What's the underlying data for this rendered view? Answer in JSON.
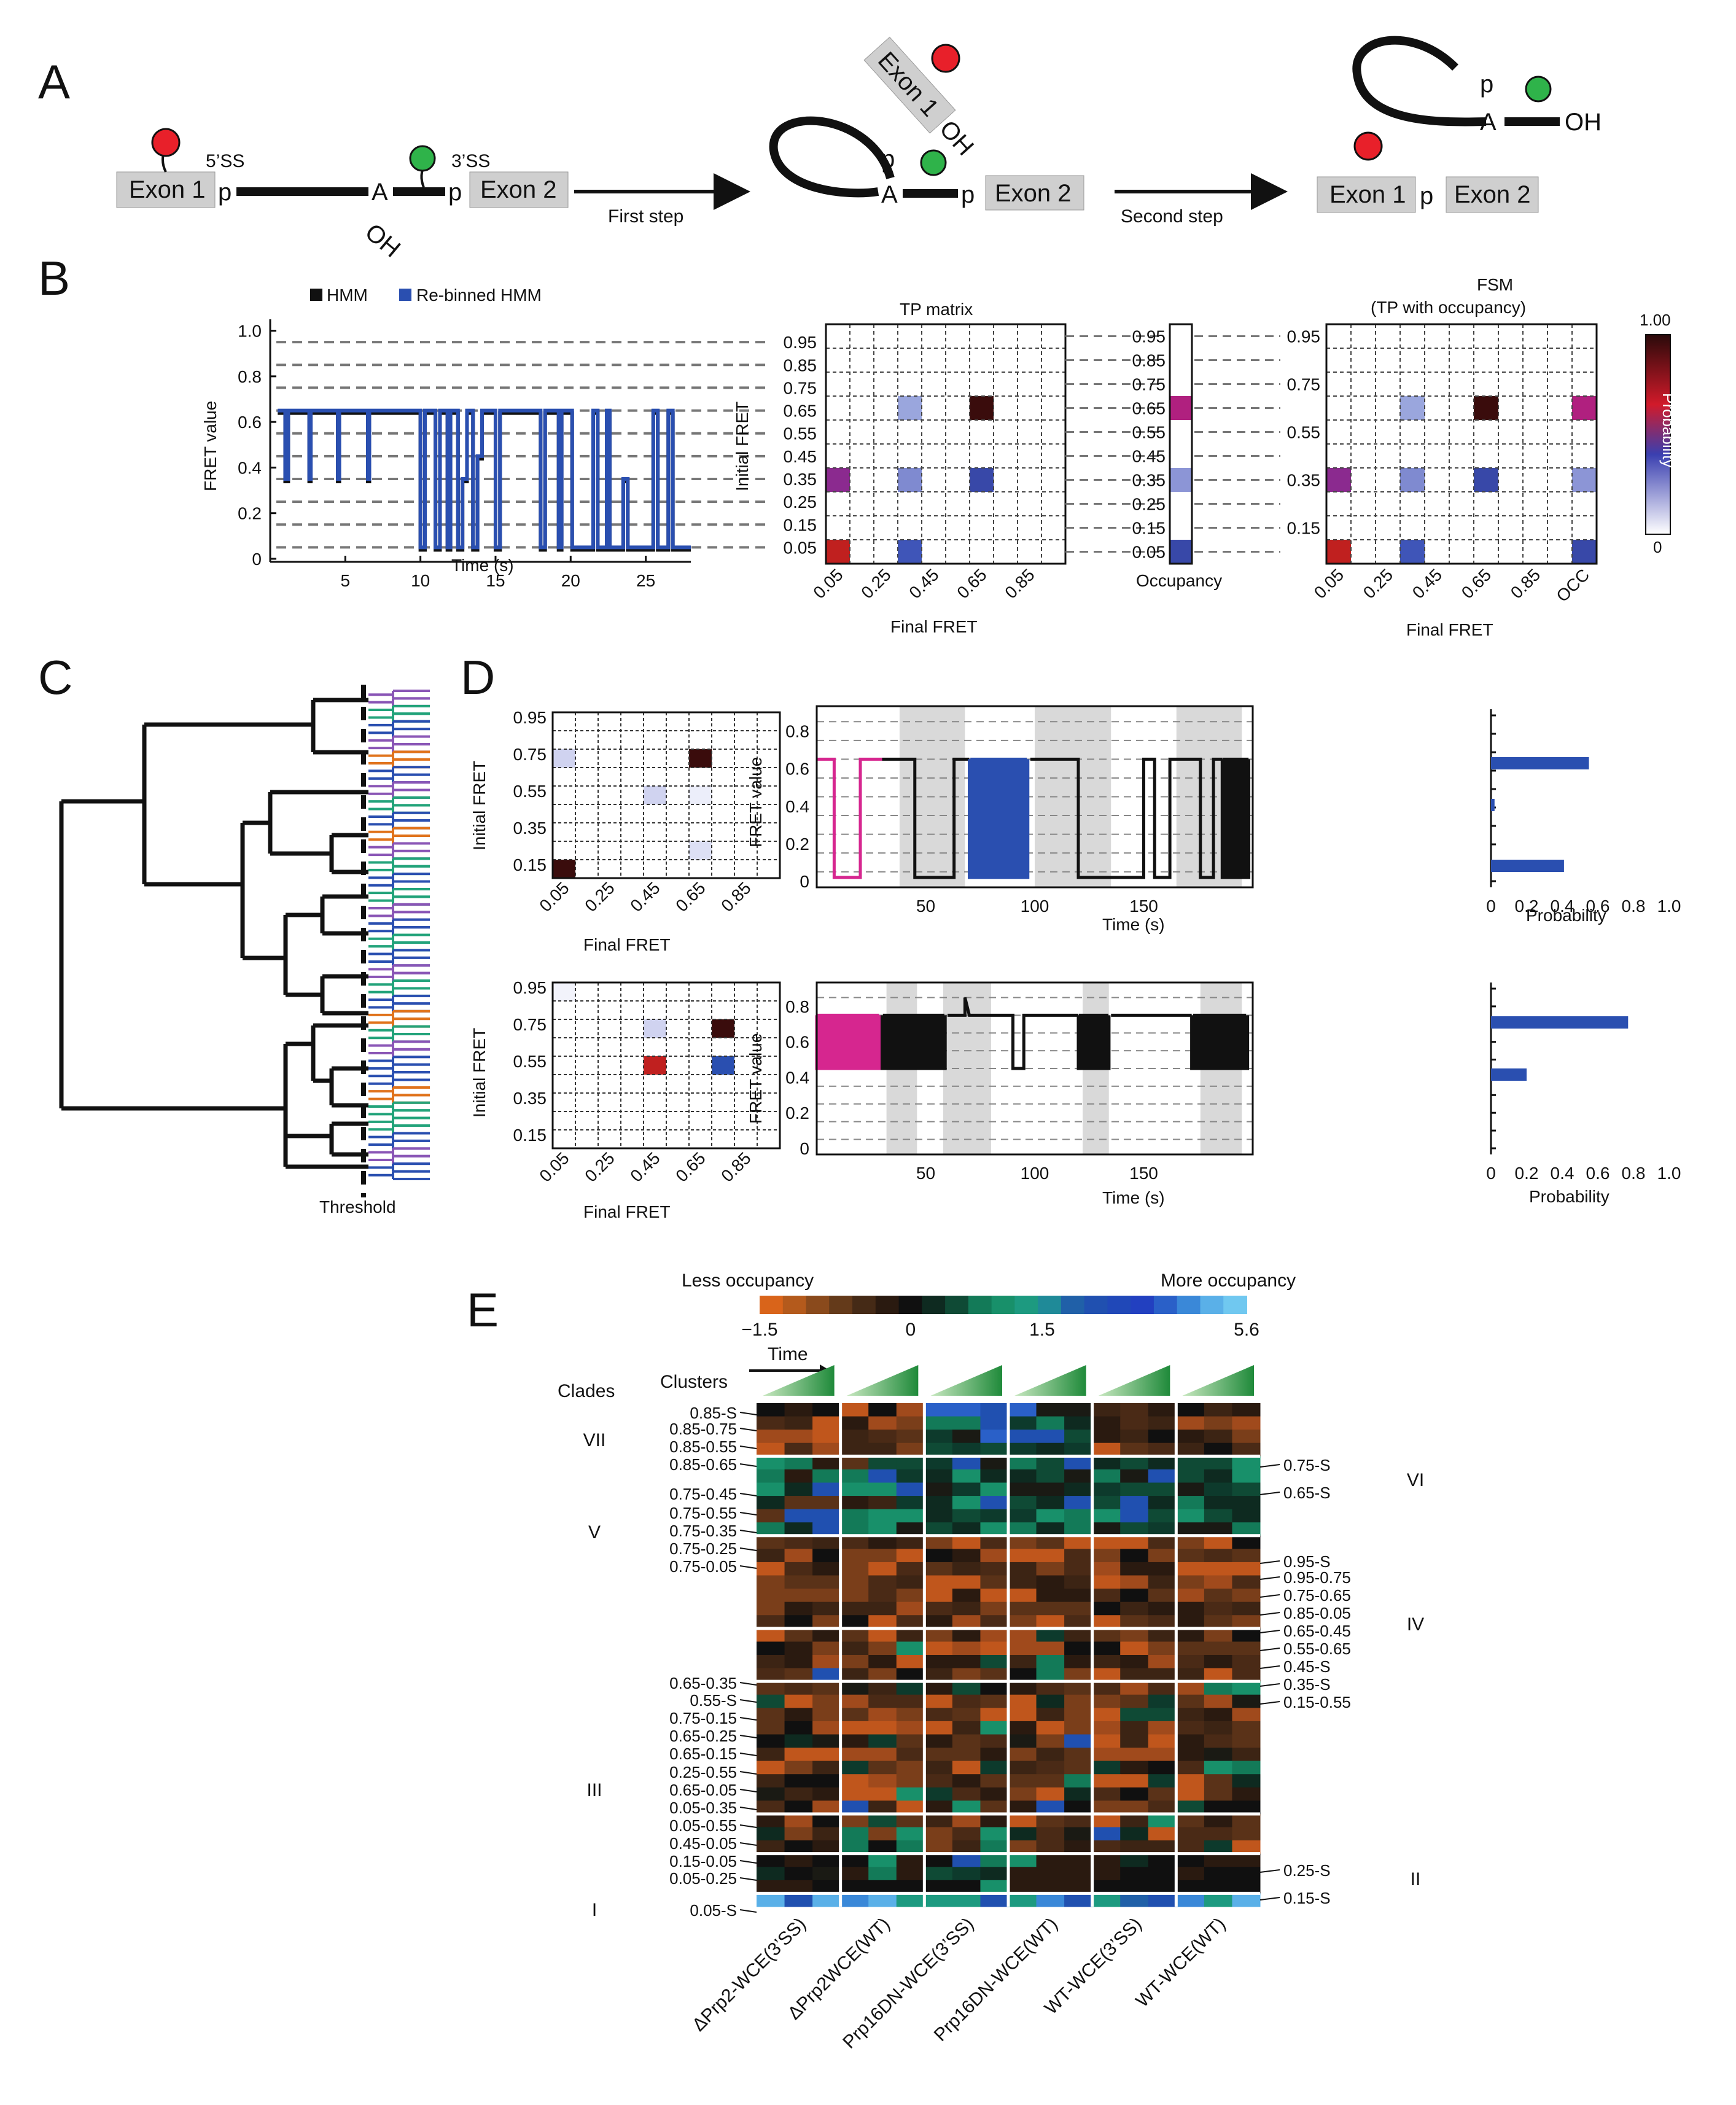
{
  "panels": {
    "A": "A",
    "B": "B",
    "C": "C",
    "D": "D",
    "E": "E"
  },
  "panelA": {
    "exon1": "Exon 1",
    "exon2": "Exon 2",
    "p": "p",
    "A": "A",
    "OH": "OH",
    "ss5": "5’SS",
    "ss3": "3’SS",
    "first_step": "First step",
    "second_step": "Second step",
    "colors": {
      "red_dye": "#e8202a",
      "green_dye": "#2fb34a",
      "exon_box": "#cfcfcf"
    }
  },
  "panelB": {
    "legend_hmm": "HMM",
    "legend_rebinned": "Re-binned HMM",
    "trace_ylabel": "FRET value",
    "trace_xlabel": "Time (s)",
    "trace_yticks": [
      "0",
      "0.2",
      "0.4",
      "0.6",
      "0.8",
      "1.0"
    ],
    "trace_xticks": [
      "5",
      "10",
      "15",
      "20",
      "25"
    ],
    "fret_levels": [
      "0.95",
      "0.85",
      "0.75",
      "0.65",
      "0.55",
      "0.45",
      "0.35",
      "0.25",
      "0.15",
      "0.05"
    ],
    "tp_title": "TP matrix",
    "tp_ylabel": "Initial FRET",
    "tp_xlabel": "Final FRET",
    "tp_xticks": [
      "0.05",
      "0.25",
      "0.45",
      "0.65",
      "0.85"
    ],
    "occupancy_label": "Occupancy",
    "fsm_title": "FSM",
    "fsm_subtitle": "(TP with occupancy)",
    "fsm_xticks": [
      "0.05",
      "0.25",
      "0.45",
      "0.65",
      "0.85",
      "OCC"
    ],
    "fsm_ylevels": [
      "0.95",
      "0.75",
      "0.55",
      "0.35",
      "0.15"
    ],
    "colorbar_max": "1.00",
    "colorbar_min": "0",
    "colorbar_label": "Probability",
    "colors": {
      "hmm": "#111111",
      "rebinned": "#2a4fb0"
    }
  },
  "panelC": {
    "threshold_label": "Threshold",
    "cluster_colors": [
      "#8a56b6",
      "#22a37a",
      "#2a4fb0",
      "#e0731c"
    ]
  },
  "panelD": {
    "matrix_ylabel": "Initial FRET",
    "matrix_xlabel": "Final FRET",
    "matrix_yticks": [
      "0.95",
      "0.75",
      "0.55",
      "0.35",
      "0.15"
    ],
    "matrix_xticks": [
      "0.05",
      "0.25",
      "0.45",
      "0.65",
      "0.85"
    ],
    "trace_ylabel": "FRET value",
    "trace_xlabel": "Time (s)",
    "trace1_yticks": [
      "0",
      "0.2",
      "0.4",
      "0.6",
      "0.8"
    ],
    "trace2_yticks": [
      "0",
      "0.2",
      "0.4",
      "0.6",
      "0.8"
    ],
    "trace_xticks": [
      "50",
      "100",
      "150"
    ],
    "hist_xlabel": "Probability",
    "hist_xticks": [
      "0",
      "0.2",
      "0.4",
      "0.6",
      "0.8",
      "1.0"
    ],
    "colors": {
      "magenta": "#d6268f",
      "blue": "#2a4fb0",
      "shade": "#d9d9d9"
    }
  },
  "panelE": {
    "less_occupancy": "Less occupancy",
    "more_occupancy": "More occupancy",
    "cbar_ticks": [
      "−1.5",
      "0",
      "1.5",
      "5.6"
    ],
    "time_label": "Time",
    "clades_label": "Clades",
    "clusters_label": "Clusters",
    "left_rows": [
      "0.85-S",
      "0.85-0.75",
      "0.85-0.55",
      "0.85-0.65",
      "0.75-0.45",
      "0.75-0.55",
      "0.75-0.35",
      "0.75-0.25",
      "0.75-0.05",
      "0.65-0.35",
      "0.55-S",
      "0.75-0.15",
      "0.65-0.25",
      "0.65-0.15",
      "0.25-0.55",
      "0.65-0.05",
      "0.05-0.35",
      "0.05-0.55",
      "0.45-0.05",
      "0.15-0.05",
      "0.05-0.25",
      "0.05-S"
    ],
    "right_rows": [
      "0.75-S",
      "0.65-S",
      "0.95-S",
      "0.95-0.75",
      "0.75-0.65",
      "0.85-0.05",
      "0.65-0.45",
      "0.55-0.65",
      "0.45-S",
      "0.35-S",
      "0.15-0.55",
      "0.25-S",
      "0.15-S"
    ],
    "clades_left": [
      "VII",
      "V",
      "III",
      "I"
    ],
    "clades_right": [
      "VI",
      "IV",
      "II"
    ],
    "conditions": [
      "ΔPrp2-WCE(3’SS)",
      "ΔPrp2WCE(WT)",
      "Prp16DN-WCE(3’SS)",
      "Prp16DN-WCE(WT)",
      "WT-WCE(3’SS)",
      "WT-WCE(WT)"
    ]
  }
}
